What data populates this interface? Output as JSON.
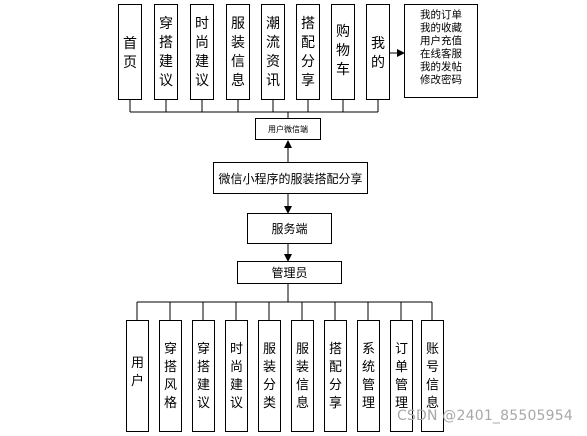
{
  "top_nodes": [
    [
      "首",
      "页"
    ],
    [
      "穿",
      "搭",
      "建",
      "议"
    ],
    [
      "时",
      "尚",
      "建",
      "议"
    ],
    [
      "服",
      "装",
      "信",
      "息"
    ],
    [
      "潮",
      "流",
      "资",
      "讯"
    ],
    [
      "搭",
      "配",
      "分",
      "享"
    ],
    [
      "购",
      "物",
      "车"
    ],
    [
      "我",
      "的"
    ]
  ],
  "my_submenu": [
    "我的订单",
    "我的收藏",
    "用户充值",
    "在线客服",
    "我的发帖",
    "修改密码"
  ],
  "user_client": "用户微信端",
  "mini_program": "微信小程序的服装搭配分享",
  "server": "服务端",
  "admin": "管理员",
  "bottom_nodes": [
    [
      "用",
      "户"
    ],
    [
      "穿",
      "搭",
      "风",
      "格"
    ],
    [
      "穿",
      "搭",
      "建",
      "议"
    ],
    [
      "时",
      "尚",
      "建",
      "议"
    ],
    [
      "服",
      "装",
      "分",
      "类"
    ],
    [
      "服",
      "装",
      "信",
      "息"
    ],
    [
      "搭",
      "配",
      "分",
      "享"
    ],
    [
      "系",
      "统",
      "管",
      "理"
    ],
    [
      "订",
      "单",
      "管",
      "理"
    ],
    [
      "账",
      "号",
      "信",
      "息"
    ]
  ],
  "watermark": "CSDN @2401_85505954"
}
